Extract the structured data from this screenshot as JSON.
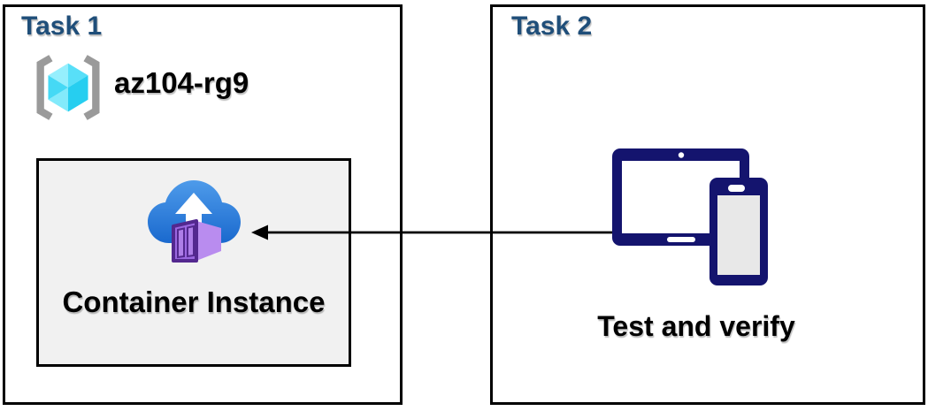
{
  "task1": {
    "title": "Task 1",
    "resource_group": {
      "name": "az104-rg9",
      "icon": "resource-group-icon"
    },
    "container_instance": {
      "label": "Container Instance",
      "icon": "container-instance-icon"
    }
  },
  "task2": {
    "title": "Task 2",
    "action_label": "Test and verify",
    "icon": "tablet-phone-icon"
  },
  "arrow": {
    "from": "tablet-phone-devices",
    "to": "container-instance",
    "direction": "right-to-left"
  },
  "colors": {
    "task_title_blue": "#1F4E79",
    "box_border": "#000000",
    "container_box_fill": "#F1F1F1",
    "device_navy": "#14146E",
    "cloud_blue_top": "#4E9BEA",
    "cloud_blue_bottom": "#1A69CE",
    "container_purple_front": "#9A67E0",
    "container_purple_side": "#B98CEF",
    "container_purple_outline": "#53288F",
    "cube_cyan_light": "#96EFFD",
    "cube_cyan_dark": "#26CEF0",
    "bracket_gray": "#9A9A9A"
  }
}
